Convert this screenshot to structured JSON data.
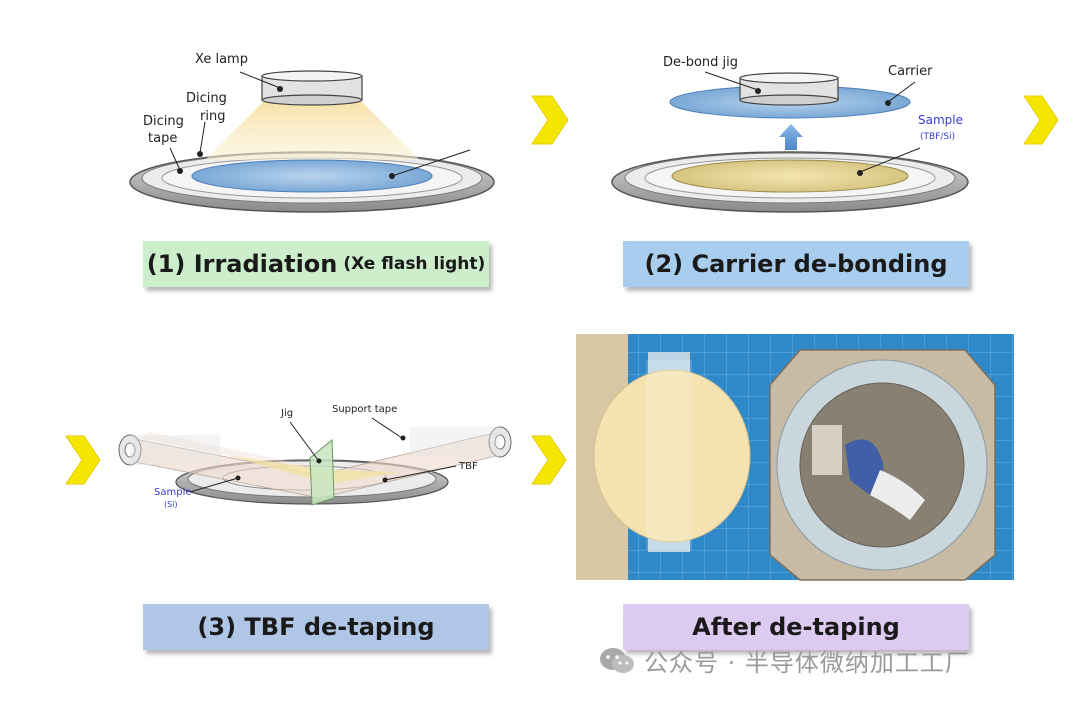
{
  "panel1": {
    "caption_main": "(1) Irradiation",
    "caption_sub": "(Xe flash light)",
    "labels": {
      "lamp": "Xe lamp",
      "ring_1": "Dicing",
      "ring_2": "ring",
      "tape_1": "Dicing",
      "tape_2": "tape"
    }
  },
  "panel2": {
    "caption": "(2) Carrier de-bonding",
    "labels": {
      "jig": "De-bond jig",
      "carrier": "Carrier",
      "sample": "Sample",
      "sample_sub": "(TBF/Si)"
    }
  },
  "panel3": {
    "caption": "(3) TBF de-taping",
    "labels": {
      "jig": "Jig",
      "support_tape": "Support tape",
      "tbf": "TBF",
      "sample": "Sample",
      "sample_sub": "(Si)"
    }
  },
  "panel4": {
    "caption": "After de-taping"
  },
  "watermark": "公众号 · 半导体微纳加工工厂",
  "colors": {
    "arrow": "#f5e600",
    "caption1": "#cdeecb",
    "caption2": "#a9cdee",
    "caption3": "#b0c6e6",
    "caption4": "#dccaf0",
    "sample_label": "#3a3ad0",
    "photo_mat": "#2f88c8"
  }
}
